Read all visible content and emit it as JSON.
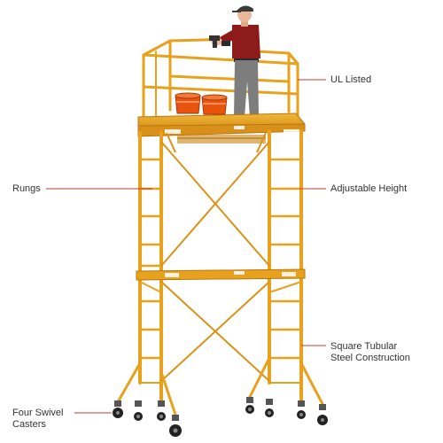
{
  "callouts": {
    "ul_listed": "UL Listed",
    "rungs": "Rungs",
    "adjustable_height": "Adjustable Height",
    "square_tubular_line1": "Square Tubular",
    "square_tubular_line2": "Steel Construction",
    "casters_line1": "Four Swivel",
    "casters_line2": "Casters"
  },
  "colors": {
    "frame": "#e8a11c",
    "frame_dark": "#b9770e",
    "leader": "#c0392b",
    "bucket": "#e8540e",
    "shirt": "#8e1b1b",
    "pants": "#7d7d7d"
  }
}
